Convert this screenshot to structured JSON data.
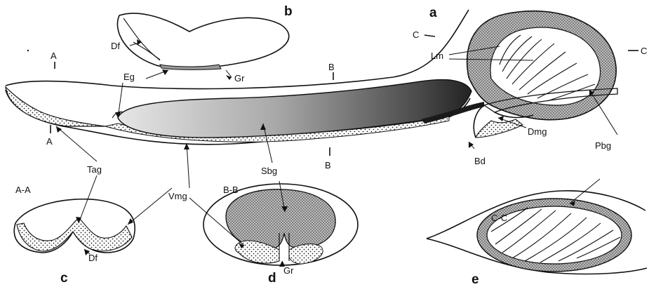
{
  "panels": {
    "a": "a",
    "b": "b",
    "c": "c",
    "d": "d",
    "e": "e"
  },
  "section_marks": {
    "A_top": "A",
    "A_bottom": "A",
    "B_top": "B",
    "B_bottom": "B",
    "C_top": "C",
    "C_right": "C"
  },
  "section_titles": {
    "aa": "A-A",
    "bb": "B-B",
    "cc": "C-C"
  },
  "labels": {
    "df_b": "Df",
    "gr_b": "Gr",
    "eg": "Eg",
    "lm": "Lm",
    "tag": "Tag",
    "vmg": "Vmg",
    "sbg": "Sbg",
    "dmg": "Dmg",
    "pbg": "Pbg",
    "bd": "Bd",
    "df_c": "Df",
    "gr_d": "Gr"
  },
  "colors": {
    "ink": "#111111",
    "paper": "#ffffff",
    "dark_fill": "#3a3a3a",
    "light_fill": "#d4d4d4"
  }
}
